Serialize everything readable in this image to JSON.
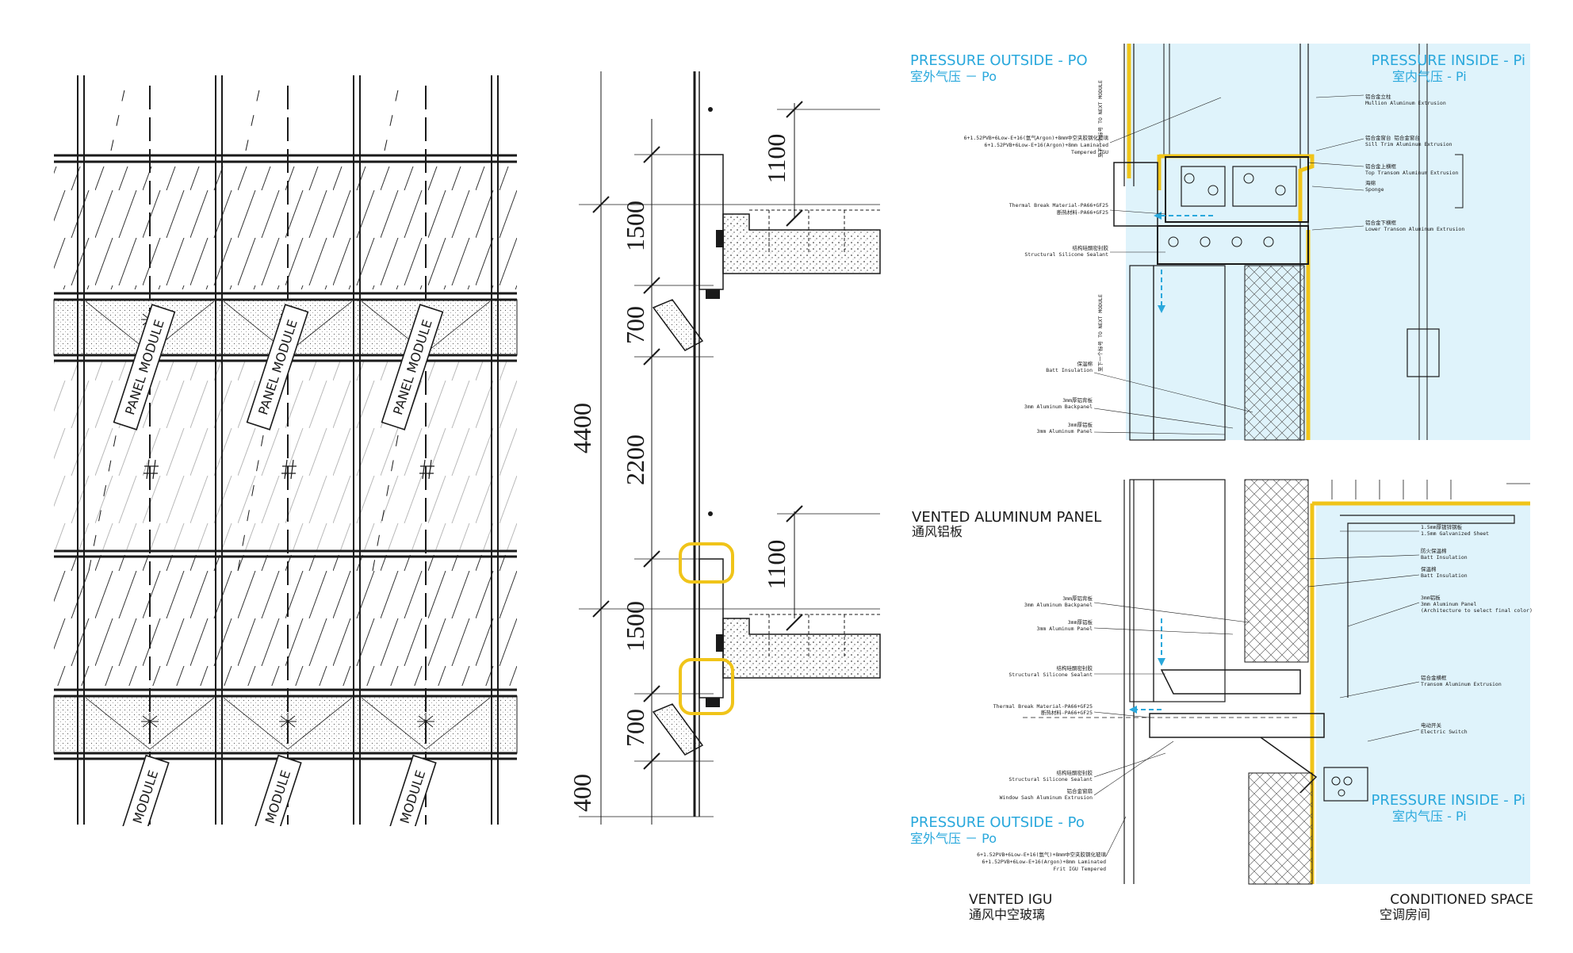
{
  "colors": {
    "accent_blue": "#29a8dc",
    "highlight_yellow": "#f0c419",
    "inside_fill": "#dff3fb",
    "line": "#1a1a1a"
  },
  "elevation": {
    "module_label": "PANEL MODULE",
    "module_label_cut": "MODULE"
  },
  "section": {
    "dims_left": [
      "400",
      "700",
      "1500",
      "2200",
      "700",
      "1500"
    ],
    "dim_total": "4400",
    "dims_right": [
      "1100",
      "1100"
    ]
  },
  "detail": {
    "pressure_outside_top_en": "PRESSURE OUTSIDE - PO",
    "pressure_outside_top_cn": "室外气压 － Po",
    "pressure_inside_top_en": "PRESSURE INSIDE - Pi",
    "pressure_inside_top_cn": "室内气压 - Pi",
    "vented_panel_en": "VENTED ALUMINUM PANEL",
    "vented_panel_cn": "通风铝板",
    "pressure_outside_bot_en": "PRESSURE OUTSIDE - Po",
    "pressure_outside_bot_cn": "室外气压 － Po",
    "pressure_inside_bot_en": "PRESSURE INSIDE - Pi",
    "pressure_inside_bot_cn": "室内气压 - Pi",
    "vented_igu_en": "VENTED IGU",
    "vented_igu_cn": "通风中空玻璃",
    "conditioned_en": "CONDITIONED SPACE",
    "conditioned_cn": "空调房间",
    "notes_top": [
      "铝合金立柱",
      "Mullion Aluminum Extrusion",
      "铝合金窗台 铝合金窗台",
      "Sill Trim Aluminum Extrusion",
      "铝合金上横框",
      "Top Transom Aluminum Extrusion",
      "海绵",
      "Sponge",
      "铝合金下横框",
      "Lower Transom Aluminum Extrusion"
    ],
    "notes_top_left": [
      "6+1.52PVB+6Low-E+16(氩气Argon)+8mm中空夹胶钢化玻璃",
      "6+1.52PVB+6Low-E+16(Argon)+8mm Laminated",
      "Tempered IGU",
      "Thermal Break Material-PA66+GF25",
      "断热材料-PA66+GF25",
      "结构硅酮密封胶",
      "Structural Silicone Sealant",
      "保温棉",
      "Batt Insulation",
      "3mm厚铝背板",
      "3mm Aluminum Backpanel",
      "3mm厚铝板",
      "3mm Aluminum Panel"
    ],
    "notes_bottom_left": [
      "3mm厚铝背板",
      "3mm Aluminum Backpanel",
      "3mm厚铝板",
      "3mm Aluminum Panel",
      "结构硅酮密封胶",
      "Structural Silicone Sealant",
      "Thermal Break Material-PA66+GF25",
      "断热材料-PA66+GF25",
      "结构硅酮密封胶",
      "Structural Silicone Sealant",
      "铝合金窗扇",
      "Window Sash Aluminum Extrusion",
      "6+1.52PVB+6Low-E+16(氩气)+8mm中空夹胶钢化玻璃",
      "6+1.52PVB+6Low-E+16(Argon)+8mm Laminated",
      "Frit IGU Tempered"
    ],
    "notes_bottom_right": [
      "1.5mm厚镀锌钢板",
      "1.5mm Galvanized Sheet",
      "防火保温棉",
      "Batt Insulation",
      "保温棉",
      "Batt Insulation",
      "3mm铝板",
      "3mm Aluminum Panel",
      "(Architecture to select final color)",
      "铝合金横框",
      "Transom Aluminum Extrusion",
      "电动开关",
      "Electric Switch"
    ],
    "vertical_note": "至下一个标号 TO NEXT MODULE"
  }
}
